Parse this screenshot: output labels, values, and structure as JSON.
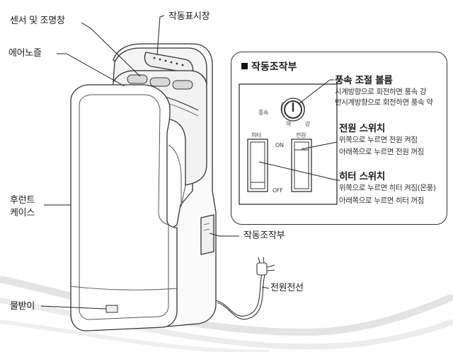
{
  "labels": {
    "sensor_window": "센서 및 조명창",
    "status_display": "작동표시창",
    "air_nozzle": "에어노즐",
    "front_case_line1": "후런트",
    "front_case_line2": "케이스",
    "control_unit": "작동조작부",
    "power_cord": "전원전선",
    "drip_tray": "물받이"
  },
  "panel": {
    "title": "작동조작부",
    "fan_control": {
      "heading": "풍속 조절 볼륨",
      "desc1": "시계방향으로 회전하면 풍속 강",
      "desc2": "반시계방향으로 회전하면 풍속 약",
      "knob_label": "풍속",
      "weak": "약",
      "strong": "강"
    },
    "power_switch": {
      "heading": "전원 스위치",
      "desc1": "위쪽으로 누르면 전원 켜짐",
      "desc2": "아래쪽으로 누르면 전원 꺼짐",
      "label": "전원"
    },
    "heater_switch": {
      "heading": "히터 스위치",
      "desc1": "위쪽으로 누르면 히터 켜짐(온풍)",
      "desc2": "아래쪽으로 누르면 히터 꺼짐",
      "label": "히터"
    },
    "on": "ON",
    "off": "OFF"
  }
}
